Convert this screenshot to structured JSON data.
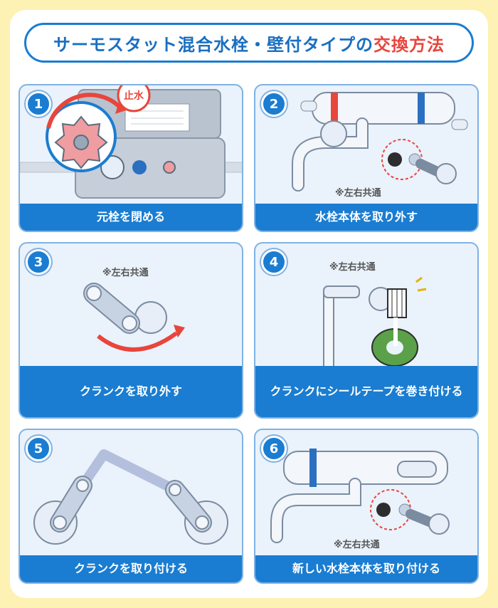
{
  "title": {
    "main": "サーモスタット混合水栓・壁付タイプの",
    "accent": "交換方法"
  },
  "steps": [
    {
      "num": "1",
      "caption": "元栓を閉める",
      "stop_label": "止水"
    },
    {
      "num": "2",
      "caption": "水栓本体を取り外す",
      "note": "※左右共通"
    },
    {
      "num": "3",
      "caption": "クランクを取り外す",
      "note": "※左右共通"
    },
    {
      "num": "4",
      "caption": "クランクにシールテープを巻き付ける",
      "note": "※左右共通"
    },
    {
      "num": "5",
      "caption": "クランクを取り付ける"
    },
    {
      "num": "6",
      "caption": "新しい水栓本体を取り付ける",
      "note": "※左右共通"
    }
  ],
  "colors": {
    "accent_blue": "#1a7dd1",
    "accent_red": "#e8453c",
    "frame_yellow": "#fdf2b4"
  }
}
